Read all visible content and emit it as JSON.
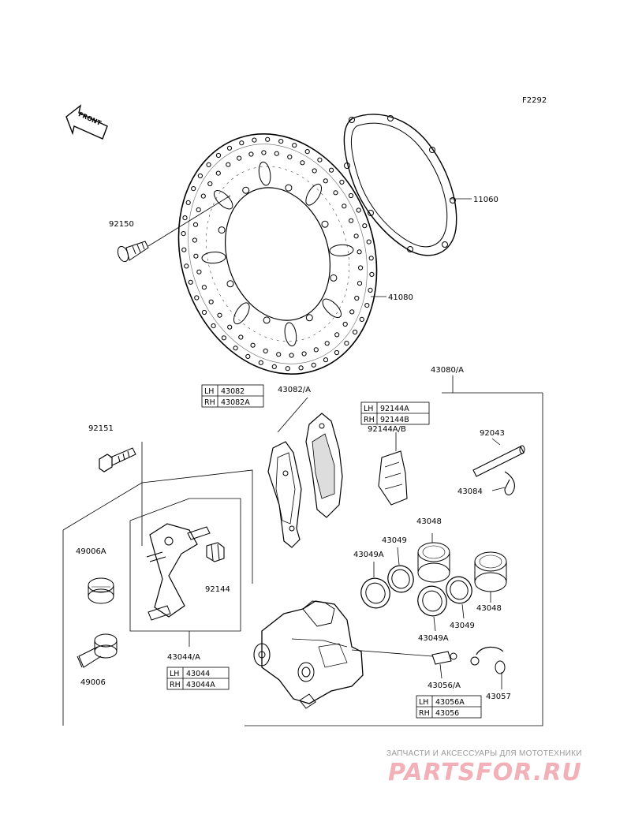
{
  "figure_code": "F2292",
  "front_label": "FRONT",
  "parts": {
    "p92150": "92150",
    "p11060": "11060",
    "p41080": "41080",
    "p43080A": "43080/A",
    "p43082A": "43082/A",
    "p92144AB": "92144A/B",
    "p92151": "92151",
    "p92043": "92043",
    "p43084": "43084",
    "p49006A": "49006A",
    "p92144": "92144",
    "p43048a": "43048",
    "p43049a": "43049",
    "p43049Aa": "43049A",
    "p43048b": "43048",
    "p43049b": "43049",
    "p43049Ab": "43049A",
    "p49006": "49006",
    "p43044A": "43044/A",
    "p43056A": "43056/A",
    "p43057": "43057"
  },
  "tables": {
    "t43082": {
      "lh": "LH",
      "lh_code": "43082",
      "rh": "RH",
      "rh_code": "43082A"
    },
    "t92144": {
      "lh": "LH",
      "lh_code": "92144A",
      "rh": "RH",
      "rh_code": "92144B"
    },
    "t43044": {
      "lh": "LH",
      "lh_code": "43044",
      "rh": "RH",
      "rh_code": "43044A"
    },
    "t43056": {
      "lh": "LH",
      "lh_code": "43056A",
      "rh": "RH",
      "rh_code": "43056"
    }
  },
  "watermark": {
    "tagline": "ЗАПЧАСТИ И АКСЕССУАРЫ ДЛЯ МОТОТЕХНИКИ",
    "logo": "PARTSFOR.RU"
  }
}
